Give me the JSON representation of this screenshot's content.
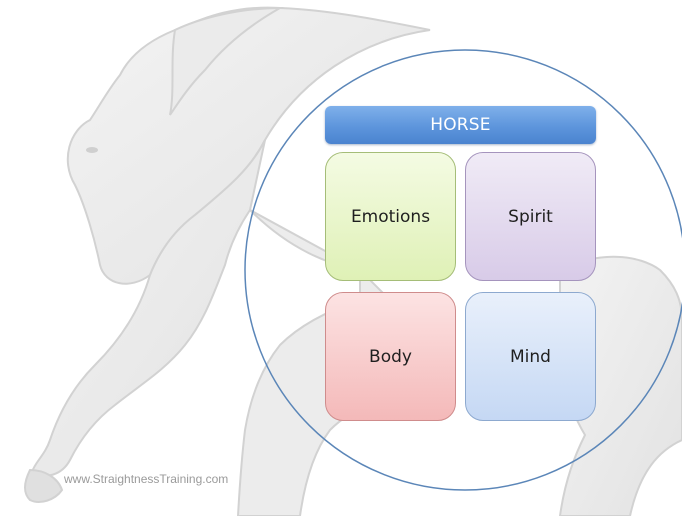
{
  "diagram": {
    "header": "HORSE",
    "quadrants": {
      "emotions": "Emotions",
      "spirit": "Spirit",
      "body": "Body",
      "mind": "Mind"
    },
    "watermark": "www.StraightnessTraining.com"
  },
  "colors": {
    "header_blue": "#5d95dc",
    "emotions_green": "#dff1b6",
    "spirit_purple": "#d8cbe8",
    "body_red": "#f4b9b9",
    "mind_blue": "#c5d8f4",
    "circle_stroke": "#5b86b8"
  },
  "background": {
    "image": "horse-sketch"
  }
}
